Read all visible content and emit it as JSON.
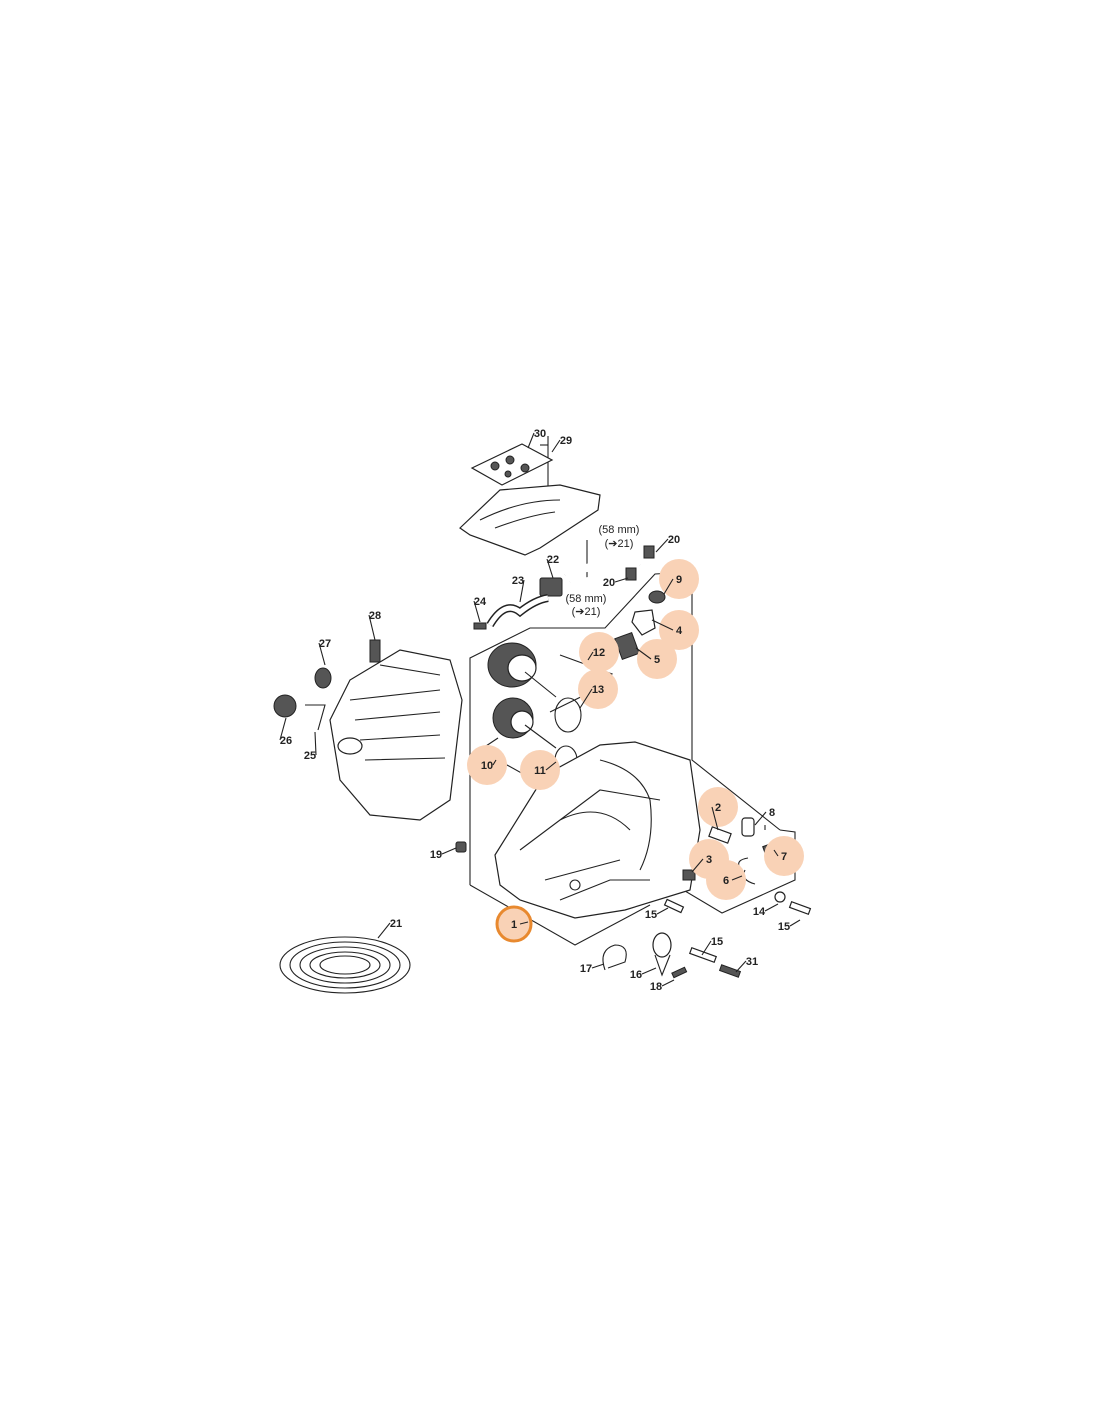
{
  "diagram": {
    "highlight_fill": "#f9d2b6",
    "selected_ring": "#e8892f",
    "selected_part": "1",
    "highlighted_parts": [
      "9",
      "4",
      "5",
      "12",
      "13",
      "10",
      "11",
      "2",
      "3",
      "6",
      "7"
    ],
    "labels": [
      {
        "id": "l30",
        "text": "30"
      },
      {
        "id": "l29",
        "text": "29"
      },
      {
        "id": "l20a",
        "text": "20"
      },
      {
        "id": "l20b",
        "text": "20"
      },
      {
        "id": "l22",
        "text": "22"
      },
      {
        "id": "l23",
        "text": "23"
      },
      {
        "id": "l24",
        "text": "24"
      },
      {
        "id": "l9",
        "text": "9"
      },
      {
        "id": "l4",
        "text": "4"
      },
      {
        "id": "l5",
        "text": "5"
      },
      {
        "id": "l12",
        "text": "12"
      },
      {
        "id": "l13",
        "text": "13"
      },
      {
        "id": "l28",
        "text": "28"
      },
      {
        "id": "l27",
        "text": "27"
      },
      {
        "id": "l26",
        "text": "26"
      },
      {
        "id": "l25",
        "text": "25"
      },
      {
        "id": "l10",
        "text": "10"
      },
      {
        "id": "l11",
        "text": "11"
      },
      {
        "id": "l2",
        "text": "2"
      },
      {
        "id": "l8",
        "text": "8"
      },
      {
        "id": "l7",
        "text": "7"
      },
      {
        "id": "l3",
        "text": "3"
      },
      {
        "id": "l6",
        "text": "6"
      },
      {
        "id": "l19",
        "text": "19"
      },
      {
        "id": "l1",
        "text": "1"
      },
      {
        "id": "l15a",
        "text": "15"
      },
      {
        "id": "l14",
        "text": "14"
      },
      {
        "id": "l15b",
        "text": "15"
      },
      {
        "id": "l21",
        "text": "21"
      },
      {
        "id": "l17",
        "text": "17"
      },
      {
        "id": "l16",
        "text": "16"
      },
      {
        "id": "l15c",
        "text": "15"
      },
      {
        "id": "l18",
        "text": "18"
      },
      {
        "id": "l31",
        "text": "31"
      }
    ],
    "notes": [
      {
        "id": "n1a",
        "text": "(58 mm)"
      },
      {
        "id": "n1b",
        "text": "(➔21)"
      },
      {
        "id": "n2a",
        "text": "(58 mm)"
      },
      {
        "id": "n2b",
        "text": "(➔21)"
      }
    ]
  }
}
